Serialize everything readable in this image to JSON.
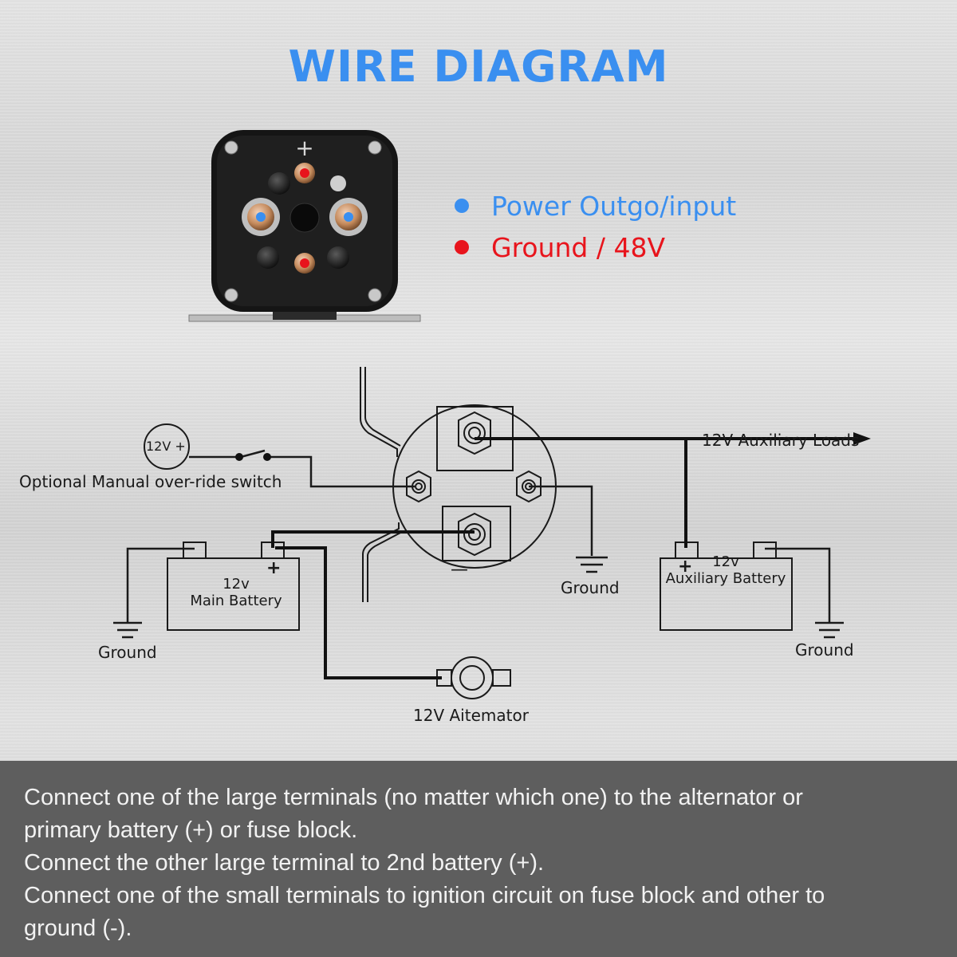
{
  "title": "WIRE DIAGRAM",
  "legend": [
    {
      "label": "Power Outgo/input",
      "color": "#3a8ff0"
    },
    {
      "label": "Ground / 48V",
      "color": "#e8141c"
    }
  ],
  "solenoid_photo": {
    "plus_mark": "+"
  },
  "diagram_labels": {
    "switch_source": "12V +",
    "override_switch": "Optional Manual over-ride switch",
    "aux_loads": "12V Auxiliary Loads",
    "main_battery_line1": "12v",
    "main_battery_line2": "Main Battery",
    "main_plus": "+",
    "aux_battery_line1": "12v",
    "aux_battery_line2": "Auxiliary Battery",
    "aux_plus": "+",
    "solenoid_minus": "—",
    "ground_left": "Ground",
    "ground_center": "Ground",
    "ground_right": "Ground",
    "alternator": "12V Aitemator"
  },
  "instructions": [
    "Connect one of the large terminals (no matter which one) to the alternator or",
    "primary battery (+) or fuse block.",
    "Connect the other large terminal to 2nd battery (+).",
    "Connect one of the small terminals to ignition circuit on fuse block and other to",
    "ground (-)."
  ]
}
